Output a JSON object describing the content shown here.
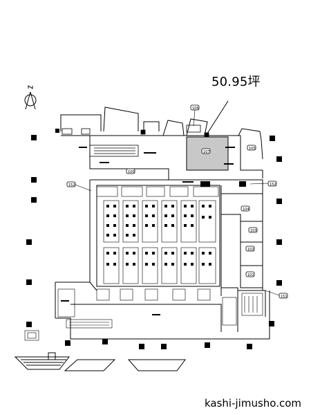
{
  "floor_plan": {
    "highlight_area_label": "50.95坪",
    "site_watermark": "kashi-jimusho.com",
    "rooms": [
      {
        "id": "107",
        "highlighted": true
      },
      {
        "id": "106"
      },
      {
        "id": "105"
      },
      {
        "id": "104"
      },
      {
        "id": "103"
      },
      {
        "id": "102"
      },
      {
        "id": "101"
      },
      {
        "id": "100"
      },
      {
        "id": "152"
      },
      {
        "id": "151"
      }
    ],
    "colors": {
      "highlight_fill": "#c8c8c8",
      "line": "#000000",
      "background": "#ffffff"
    },
    "north_arrow_icon": "north-arrow-icon"
  }
}
